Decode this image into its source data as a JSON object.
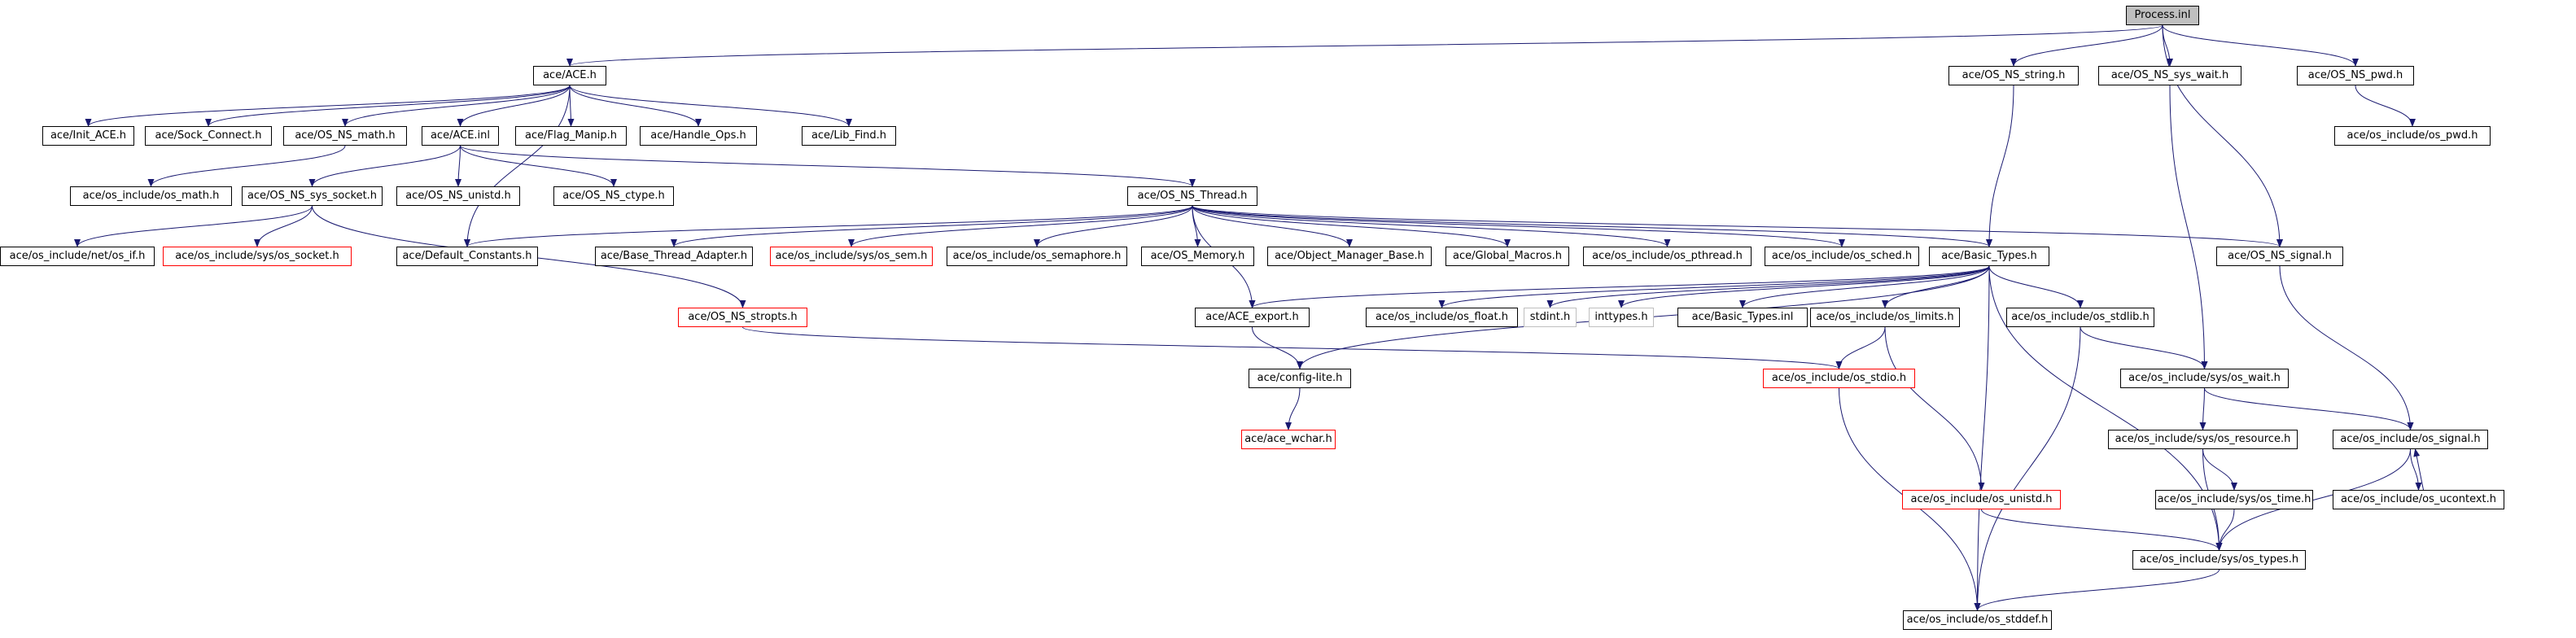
{
  "diagram": {
    "edge_color": "#191970",
    "root_fill": "#bfbfbf",
    "incomplete_border": "#ff0000",
    "nodes": [
      {
        "id": "process_inl",
        "label": "Process.inl",
        "style": "root"
      },
      {
        "id": "ace_h",
        "label": "ace/ACE.h",
        "style": "normal"
      },
      {
        "id": "init_ace",
        "label": "ace/Init_ACE.h",
        "style": "normal"
      },
      {
        "id": "sock_connect",
        "label": "ace/Sock_Connect.h",
        "style": "normal"
      },
      {
        "id": "os_ns_math",
        "label": "ace/OS_NS_math.h",
        "style": "normal"
      },
      {
        "id": "ace_inl",
        "label": "ace/ACE.inl",
        "style": "normal"
      },
      {
        "id": "flag_manip",
        "label": "ace/Flag_Manip.h",
        "style": "normal"
      },
      {
        "id": "handle_ops",
        "label": "ace/Handle_Ops.h",
        "style": "normal"
      },
      {
        "id": "lib_find",
        "label": "ace/Lib_Find.h",
        "style": "normal"
      },
      {
        "id": "os_ns_string",
        "label": "ace/OS_NS_string.h",
        "style": "normal"
      },
      {
        "id": "os_ns_sys_wait",
        "label": "ace/OS_NS_sys_wait.h",
        "style": "normal"
      },
      {
        "id": "os_ns_pwd",
        "label": "ace/OS_NS_pwd.h",
        "style": "normal"
      },
      {
        "id": "os_pwd",
        "label": "ace/os_include/os_pwd.h",
        "style": "normal"
      },
      {
        "id": "os_math",
        "label": "ace/os_include/os_math.h",
        "style": "normal"
      },
      {
        "id": "os_ns_sys_socket",
        "label": "ace/OS_NS_sys_socket.h",
        "style": "normal"
      },
      {
        "id": "os_ns_unistd",
        "label": "ace/OS_NS_unistd.h",
        "style": "normal"
      },
      {
        "id": "os_ns_ctype",
        "label": "ace/OS_NS_ctype.h",
        "style": "normal"
      },
      {
        "id": "os_ns_thread",
        "label": "ace/OS_NS_Thread.h",
        "style": "normal"
      },
      {
        "id": "net_os_if",
        "label": "ace/os_include/net/os_if.h",
        "style": "normal"
      },
      {
        "id": "sys_os_socket",
        "label": "ace/os_include/sys/os_socket.h",
        "style": "red"
      },
      {
        "id": "default_constants",
        "label": "ace/Default_Constants.h",
        "style": "normal"
      },
      {
        "id": "base_thread_adapter",
        "label": "ace/Base_Thread_Adapter.h",
        "style": "normal"
      },
      {
        "id": "sys_os_sem",
        "label": "ace/os_include/sys/os_sem.h",
        "style": "red"
      },
      {
        "id": "os_semaphore",
        "label": "ace/os_include/os_semaphore.h",
        "style": "normal"
      },
      {
        "id": "os_memory",
        "label": "ace/OS_Memory.h",
        "style": "normal"
      },
      {
        "id": "object_manager_base",
        "label": "ace/Object_Manager_Base.h",
        "style": "normal"
      },
      {
        "id": "global_macros",
        "label": "ace/Global_Macros.h",
        "style": "normal"
      },
      {
        "id": "os_pthread",
        "label": "ace/os_include/os_pthread.h",
        "style": "normal"
      },
      {
        "id": "os_sched",
        "label": "ace/os_include/os_sched.h",
        "style": "normal"
      },
      {
        "id": "basic_types_h",
        "label": "ace/Basic_Types.h",
        "style": "normal"
      },
      {
        "id": "os_ns_signal",
        "label": "ace/OS_NS_signal.h",
        "style": "normal"
      },
      {
        "id": "os_ns_stropts",
        "label": "ace/OS_NS_stropts.h",
        "style": "red"
      },
      {
        "id": "ace_export",
        "label": "ace/ACE_export.h",
        "style": "normal"
      },
      {
        "id": "os_float",
        "label": "ace/os_include/os_float.h",
        "style": "normal"
      },
      {
        "id": "stdint",
        "label": "stdint.h",
        "style": "gray"
      },
      {
        "id": "inttypes",
        "label": "inttypes.h",
        "style": "gray"
      },
      {
        "id": "basic_types_inl",
        "label": "ace/Basic_Types.inl",
        "style": "normal"
      },
      {
        "id": "os_limits",
        "label": "ace/os_include/os_limits.h",
        "style": "normal"
      },
      {
        "id": "os_stdlib",
        "label": "ace/os_include/os_stdlib.h",
        "style": "normal"
      },
      {
        "id": "config_lite",
        "label": "ace/config-lite.h",
        "style": "normal"
      },
      {
        "id": "os_stdio",
        "label": "ace/os_include/os_stdio.h",
        "style": "red"
      },
      {
        "id": "sys_os_wait",
        "label": "ace/os_include/sys/os_wait.h",
        "style": "normal"
      },
      {
        "id": "ace_wchar",
        "label": "ace/ace_wchar.h",
        "style": "red"
      },
      {
        "id": "sys_os_resource",
        "label": "ace/os_include/sys/os_resource.h",
        "style": "normal"
      },
      {
        "id": "os_signal",
        "label": "ace/os_include/os_signal.h",
        "style": "normal"
      },
      {
        "id": "os_unistd",
        "label": "ace/os_include/os_unistd.h",
        "style": "red"
      },
      {
        "id": "sys_os_time",
        "label": "ace/os_include/sys/os_time.h",
        "style": "normal"
      },
      {
        "id": "os_ucontext",
        "label": "ace/os_include/os_ucontext.h",
        "style": "normal"
      },
      {
        "id": "sys_os_types",
        "label": "ace/os_include/sys/os_types.h",
        "style": "normal"
      },
      {
        "id": "os_stddef",
        "label": "ace/os_include/os_stddef.h",
        "style": "normal"
      }
    ],
    "edges": [
      [
        "process_inl",
        "ace_h"
      ],
      [
        "process_inl",
        "os_ns_string"
      ],
      [
        "process_inl",
        "os_ns_sys_wait"
      ],
      [
        "process_inl",
        "os_ns_pwd"
      ],
      [
        "process_inl",
        "os_ns_signal"
      ],
      [
        "ace_h",
        "init_ace"
      ],
      [
        "ace_h",
        "sock_connect"
      ],
      [
        "ace_h",
        "os_ns_math"
      ],
      [
        "ace_h",
        "ace_inl"
      ],
      [
        "ace_h",
        "flag_manip"
      ],
      [
        "ace_h",
        "handle_ops"
      ],
      [
        "ace_h",
        "lib_find"
      ],
      [
        "ace_h",
        "default_constants"
      ],
      [
        "os_ns_math",
        "os_math"
      ],
      [
        "ace_inl",
        "os_ns_sys_socket"
      ],
      [
        "ace_inl",
        "os_ns_unistd"
      ],
      [
        "ace_inl",
        "os_ns_ctype"
      ],
      [
        "ace_inl",
        "os_ns_thread"
      ],
      [
        "os_ns_sys_socket",
        "net_os_if"
      ],
      [
        "os_ns_sys_socket",
        "sys_os_socket"
      ],
      [
        "os_ns_sys_socket",
        "os_ns_stropts"
      ],
      [
        "os_ns_thread",
        "default_constants"
      ],
      [
        "os_ns_thread",
        "base_thread_adapter"
      ],
      [
        "os_ns_thread",
        "sys_os_sem"
      ],
      [
        "os_ns_thread",
        "os_semaphore"
      ],
      [
        "os_ns_thread",
        "os_memory"
      ],
      [
        "os_ns_thread",
        "object_manager_base"
      ],
      [
        "os_ns_thread",
        "global_macros"
      ],
      [
        "os_ns_thread",
        "os_pthread"
      ],
      [
        "os_ns_thread",
        "os_sched"
      ],
      [
        "os_ns_thread",
        "basic_types_h"
      ],
      [
        "os_ns_thread",
        "os_ns_signal"
      ],
      [
        "os_ns_thread",
        "ace_export"
      ],
      [
        "os_ns_string",
        "basic_types_h"
      ],
      [
        "os_ns_sys_wait",
        "sys_os_wait"
      ],
      [
        "os_ns_pwd",
        "os_pwd"
      ],
      [
        "os_ns_signal",
        "os_signal"
      ],
      [
        "basic_types_h",
        "ace_export"
      ],
      [
        "basic_types_h",
        "os_float"
      ],
      [
        "basic_types_h",
        "stdint"
      ],
      [
        "basic_types_h",
        "inttypes"
      ],
      [
        "basic_types_h",
        "basic_types_inl"
      ],
      [
        "basic_types_h",
        "os_limits"
      ],
      [
        "basic_types_h",
        "os_stdlib"
      ],
      [
        "basic_types_h",
        "config_lite"
      ],
      [
        "basic_types_h",
        "os_stddef"
      ],
      [
        "basic_types_h",
        "sys_os_types"
      ],
      [
        "os_ns_stropts",
        "os_stdio"
      ],
      [
        "ace_export",
        "config_lite"
      ],
      [
        "config_lite",
        "ace_wchar"
      ],
      [
        "os_limits",
        "os_stdio"
      ],
      [
        "os_limits",
        "os_unistd"
      ],
      [
        "os_stdlib",
        "sys_os_wait"
      ],
      [
        "os_stdlib",
        "os_stddef"
      ],
      [
        "os_stdio",
        "os_stddef"
      ],
      [
        "sys_os_wait",
        "sys_os_resource"
      ],
      [
        "sys_os_wait",
        "os_signal"
      ],
      [
        "sys_os_resource",
        "sys_os_time"
      ],
      [
        "sys_os_resource",
        "sys_os_types"
      ],
      [
        "sys_os_time",
        "sys_os_types"
      ],
      [
        "os_signal",
        "os_ucontext"
      ],
      [
        "os_ucontext",
        "os_signal"
      ],
      [
        "os_signal",
        "sys_os_types"
      ],
      [
        "os_unistd",
        "sys_os_types"
      ],
      [
        "sys_os_types",
        "os_stddef"
      ]
    ]
  }
}
